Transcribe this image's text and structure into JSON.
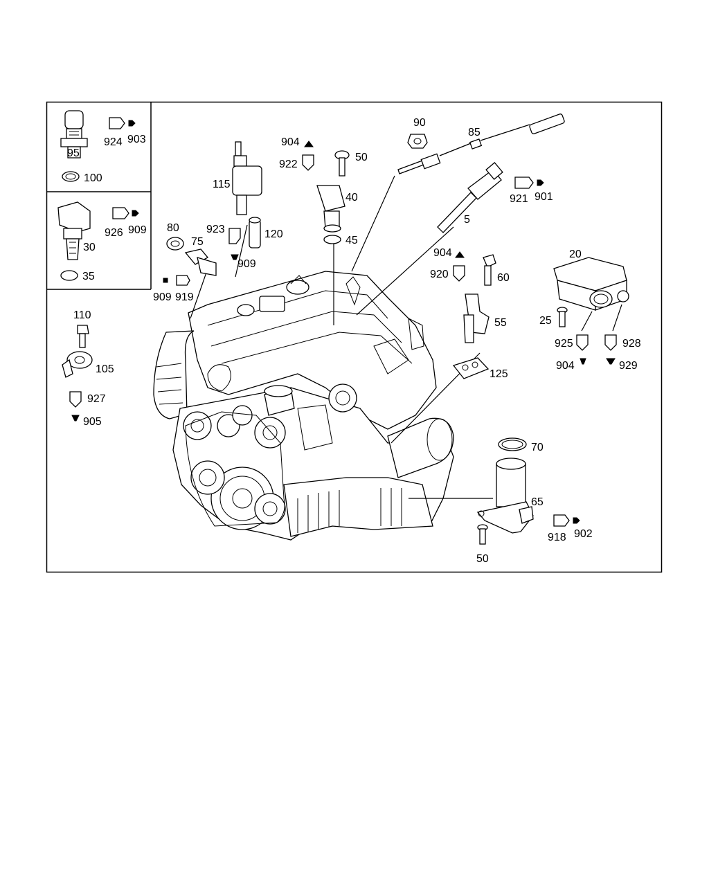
{
  "diagram": {
    "callouts": [
      {
        "id": "p95",
        "text": "95"
      },
      {
        "id": "p924",
        "text": "924"
      },
      {
        "id": "p903",
        "text": "903"
      },
      {
        "id": "p100",
        "text": "100"
      },
      {
        "id": "p926",
        "text": "926"
      },
      {
        "id": "p909a",
        "text": "909"
      },
      {
        "id": "p30",
        "text": "30"
      },
      {
        "id": "p35",
        "text": "35"
      },
      {
        "id": "p115",
        "text": "115"
      },
      {
        "id": "p923",
        "text": "923"
      },
      {
        "id": "p120",
        "text": "120"
      },
      {
        "id": "p909b",
        "text": "909"
      },
      {
        "id": "p80",
        "text": "80"
      },
      {
        "id": "p75",
        "text": "75"
      },
      {
        "id": "p909c",
        "text": "909"
      },
      {
        "id": "p919",
        "text": "919"
      },
      {
        "id": "p904a",
        "text": "904"
      },
      {
        "id": "p922",
        "text": "922"
      },
      {
        "id": "p50a",
        "text": "50"
      },
      {
        "id": "p40",
        "text": "40"
      },
      {
        "id": "p45",
        "text": "45"
      },
      {
        "id": "p90",
        "text": "90"
      },
      {
        "id": "p85",
        "text": "85"
      },
      {
        "id": "p921",
        "text": "921"
      },
      {
        "id": "p901",
        "text": "901"
      },
      {
        "id": "p5",
        "text": "5"
      },
      {
        "id": "p904b",
        "text": "904"
      },
      {
        "id": "p920",
        "text": "920"
      },
      {
        "id": "p60",
        "text": "60"
      },
      {
        "id": "p55",
        "text": "55"
      },
      {
        "id": "p125",
        "text": "125"
      },
      {
        "id": "p20",
        "text": "20"
      },
      {
        "id": "p25",
        "text": "25"
      },
      {
        "id": "p925",
        "text": "925"
      },
      {
        "id": "p928",
        "text": "928"
      },
      {
        "id": "p904c",
        "text": "904"
      },
      {
        "id": "p929",
        "text": "929"
      },
      {
        "id": "p110",
        "text": "110"
      },
      {
        "id": "p105",
        "text": "105"
      },
      {
        "id": "p927",
        "text": "927"
      },
      {
        "id": "p905",
        "text": "905"
      },
      {
        "id": "p70",
        "text": "70"
      },
      {
        "id": "p65",
        "text": "65"
      },
      {
        "id": "p918",
        "text": "918"
      },
      {
        "id": "p902",
        "text": "902"
      },
      {
        "id": "p50b",
        "text": "50"
      }
    ]
  }
}
